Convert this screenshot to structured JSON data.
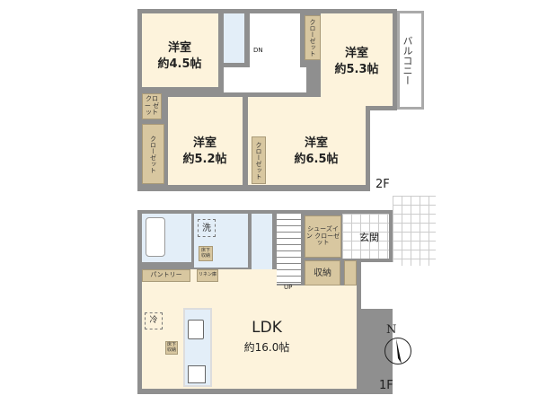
{
  "floor2": {
    "label": "2F",
    "rooms": [
      {
        "name": "洋室",
        "size": "約4.5帖"
      },
      {
        "name": "洋室",
        "size": "約5.3帖"
      },
      {
        "name": "洋室",
        "size": "約5.2帖"
      },
      {
        "name": "洋室",
        "size": "約6.5帖"
      }
    ],
    "closet": "クローゼット",
    "closet_small": "クロー ゼット",
    "balcony": "バルコニー",
    "stairs": "DN"
  },
  "floor1": {
    "label": "1F",
    "ldk": "LDK",
    "ldk_size": "約16.0帖",
    "wash": "洗",
    "shoes_closet": "シューズイン クローゼット",
    "entrance": "玄関",
    "storage": "収納",
    "pantry": "パントリー",
    "linen": "リネン庫",
    "underfloor": "床下 収納",
    "fridge": "冷",
    "stairs": "UP"
  },
  "compass": "N"
}
